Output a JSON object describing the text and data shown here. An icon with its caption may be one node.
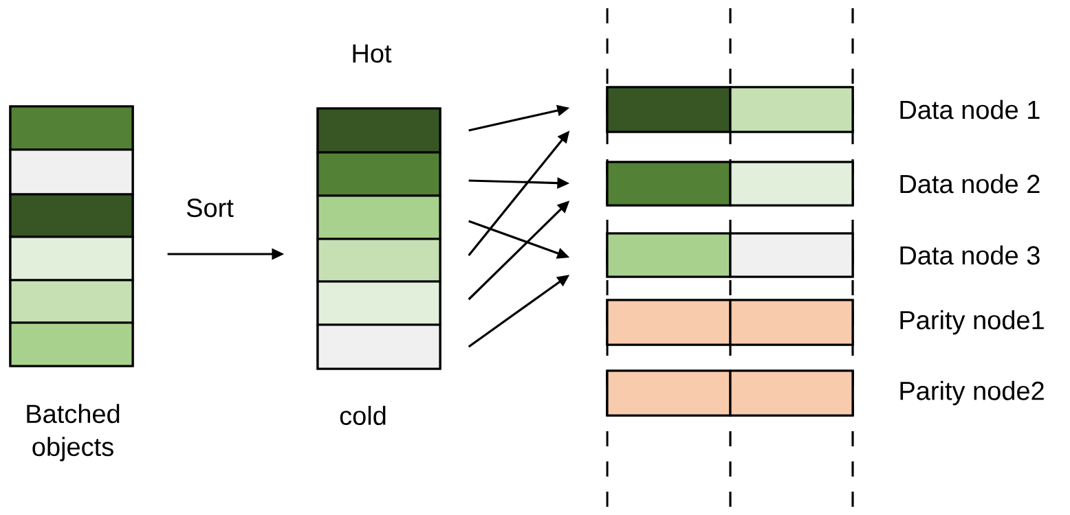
{
  "diagram": {
    "nodes": [
      {
        "text": [],
        "shape": "box",
        "beside": [
          "Batched objects"
        ]
      },
      {
        "text": [],
        "shape": "box",
        "in": 0
      },
      {
        "text": [],
        "shape": "box",
        "in": 0
      },
      {
        "text": [],
        "shape": "box",
        "in": 0
      },
      {
        "text": [],
        "shape": "box",
        "in": 0
      },
      {
        "text": [],
        "shape": "box",
        "in": 0
      },
      {
        "text": [],
        "shape": "box",
        "in": 0
      },
      {
        "text": [],
        "shape": "box",
        "beside": [
          "Hot",
          "cold"
        ]
      },
      {
        "text": [],
        "shape": "box",
        "in": 7
      },
      {
        "text": [],
        "shape": "box",
        "in": 7
      },
      {
        "text": [],
        "shape": "box",
        "in": 7
      },
      {
        "text": [],
        "shape": "box",
        "in": 7
      },
      {
        "text": [],
        "shape": "box",
        "in": 7
      },
      {
        "text": [],
        "shape": "box",
        "in": 7
      },
      {
        "text": [],
        "shape": "box",
        "beside": [
          "Data node 1"
        ]
      },
      {
        "text": [],
        "shape": "box",
        "in": 14
      },
      {
        "text": [],
        "shape": "box",
        "in": 14
      },
      {
        "text": [],
        "shape": "box",
        "beside": [
          "Data node 2"
        ]
      },
      {
        "text": [],
        "shape": "box",
        "in": 17
      },
      {
        "text": [],
        "shape": "box",
        "in": 17
      },
      {
        "text": [],
        "shape": "box",
        "beside": [
          "Data node 3"
        ]
      },
      {
        "text": [],
        "shape": "box",
        "in": 20
      },
      {
        "text": [],
        "shape": "box",
        "in": 20
      },
      {
        "text": [],
        "shape": "box",
        "beside": [
          "Parity node1"
        ]
      },
      {
        "text": [],
        "shape": "box",
        "in": 23
      },
      {
        "text": [],
        "shape": "box",
        "in": 23
      },
      {
        "text": [],
        "shape": "box",
        "beside": [
          "Parity node2"
        ]
      },
      {
        "text": [],
        "shape": "box",
        "in": 26
      },
      {
        "text": [],
        "shape": "box",
        "in": 26
      }
    ],
    "edges": [
      {
        "from": 0,
        "to": 7,
        "arrow": "to",
        "label": "Sort"
      },
      {
        "from": 8,
        "to": 14,
        "arrow": "to"
      },
      {
        "from": 9,
        "to": 17,
        "arrow": "to"
      },
      {
        "from": 10,
        "to": 20,
        "arrow": "to"
      },
      {
        "from": 11,
        "to": 14,
        "arrow": "to"
      },
      {
        "from": 12,
        "to": 17,
        "arrow": "to"
      },
      {
        "from": 13,
        "to": 20,
        "arrow": "to"
      }
    ]
  }
}
